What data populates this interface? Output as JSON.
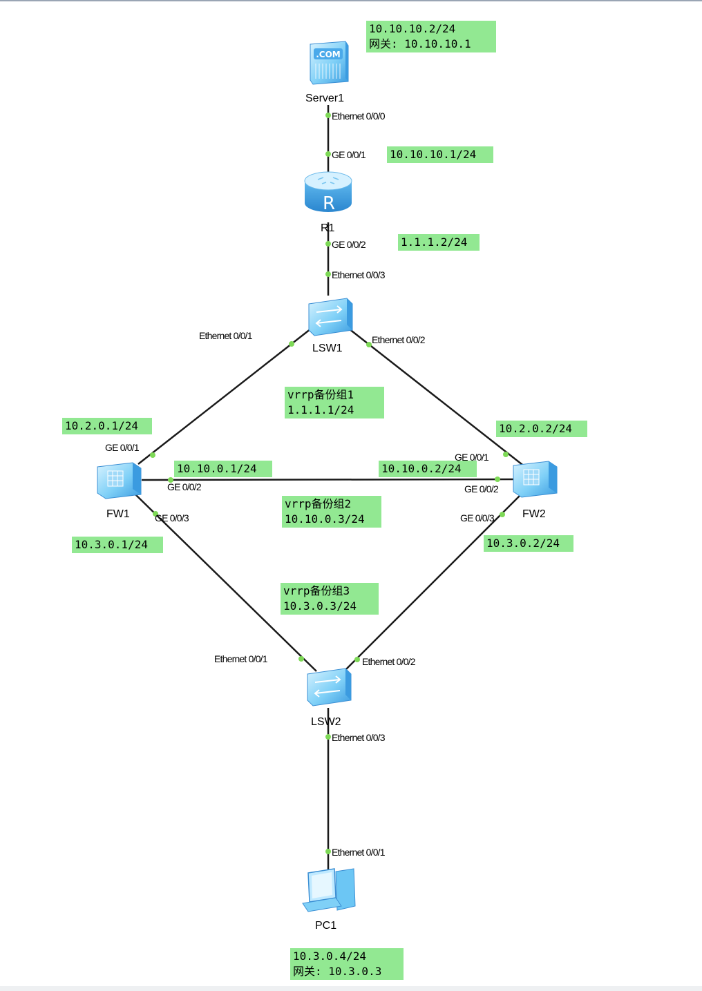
{
  "devices": {
    "server": "Server1",
    "router": "R1",
    "switch1": "LSW1",
    "fw1": "FW1",
    "fw2": "FW2",
    "switch2": "LSW2",
    "pc": "PC1"
  },
  "server_icon_text": ".COM",
  "router_icon_text": "R",
  "ports": {
    "server_eth000": "Ethernet 0/0/0",
    "r1_ge001": "GE 0/0/1",
    "r1_ge002": "GE 0/0/2",
    "lsw1_eth003": "Ethernet 0/0/3",
    "lsw1_eth001": "Ethernet 0/0/1",
    "lsw1_eth002": "Ethernet 0/0/2",
    "fw1_ge001": "GE 0/0/1",
    "fw1_ge002": "GE 0/0/2",
    "fw1_ge003": "GE 0/0/3",
    "fw2_ge001": "GE 0/0/1",
    "fw2_ge002": "GE 0/0/2",
    "fw2_ge003": "GE 0/0/3",
    "lsw2_eth001": "Ethernet 0/0/1",
    "lsw2_eth002": "Ethernet 0/0/2",
    "lsw2_eth003": "Ethernet 0/0/3",
    "pc_eth001": "Ethernet 0/0/1"
  },
  "ip_labels": {
    "server_ip": "10.10.10.2/24",
    "server_gw": "网关: 10.10.10.1",
    "r1_ge001_ip": "10.10.10.1/24",
    "r1_ge002_ip": "1.1.1.2/24",
    "fw1_ge001_ip": "10.2.0.1/24",
    "fw2_ge001_ip": "10.2.0.2/24",
    "fw1_ge002_ip": "10.10.0.1/24",
    "fw2_ge002_ip": "10.10.0.2/24",
    "fw1_ge003_ip": "10.3.0.1/24",
    "fw2_ge003_ip": "10.3.0.2/24",
    "vrrp1_title": "vrrp备份组1",
    "vrrp1_ip": "1.1.1.1/24",
    "vrrp2_title": "vrrp备份组2",
    "vrrp2_ip": "10.10.0.3/24",
    "vrrp3_title": "vrrp备份组3",
    "vrrp3_ip": "10.3.0.3/24",
    "pc_ip": "10.3.0.4/24",
    "pc_gw": "网关: 10.3.0.3"
  },
  "colors": {
    "label_bg": "#92e892",
    "port_dot": "#7ed957",
    "link": "#1a1a1a",
    "device_light": "#bfe9ff",
    "device_mid": "#6cc6f4",
    "device_dark": "#2f8fd8"
  }
}
